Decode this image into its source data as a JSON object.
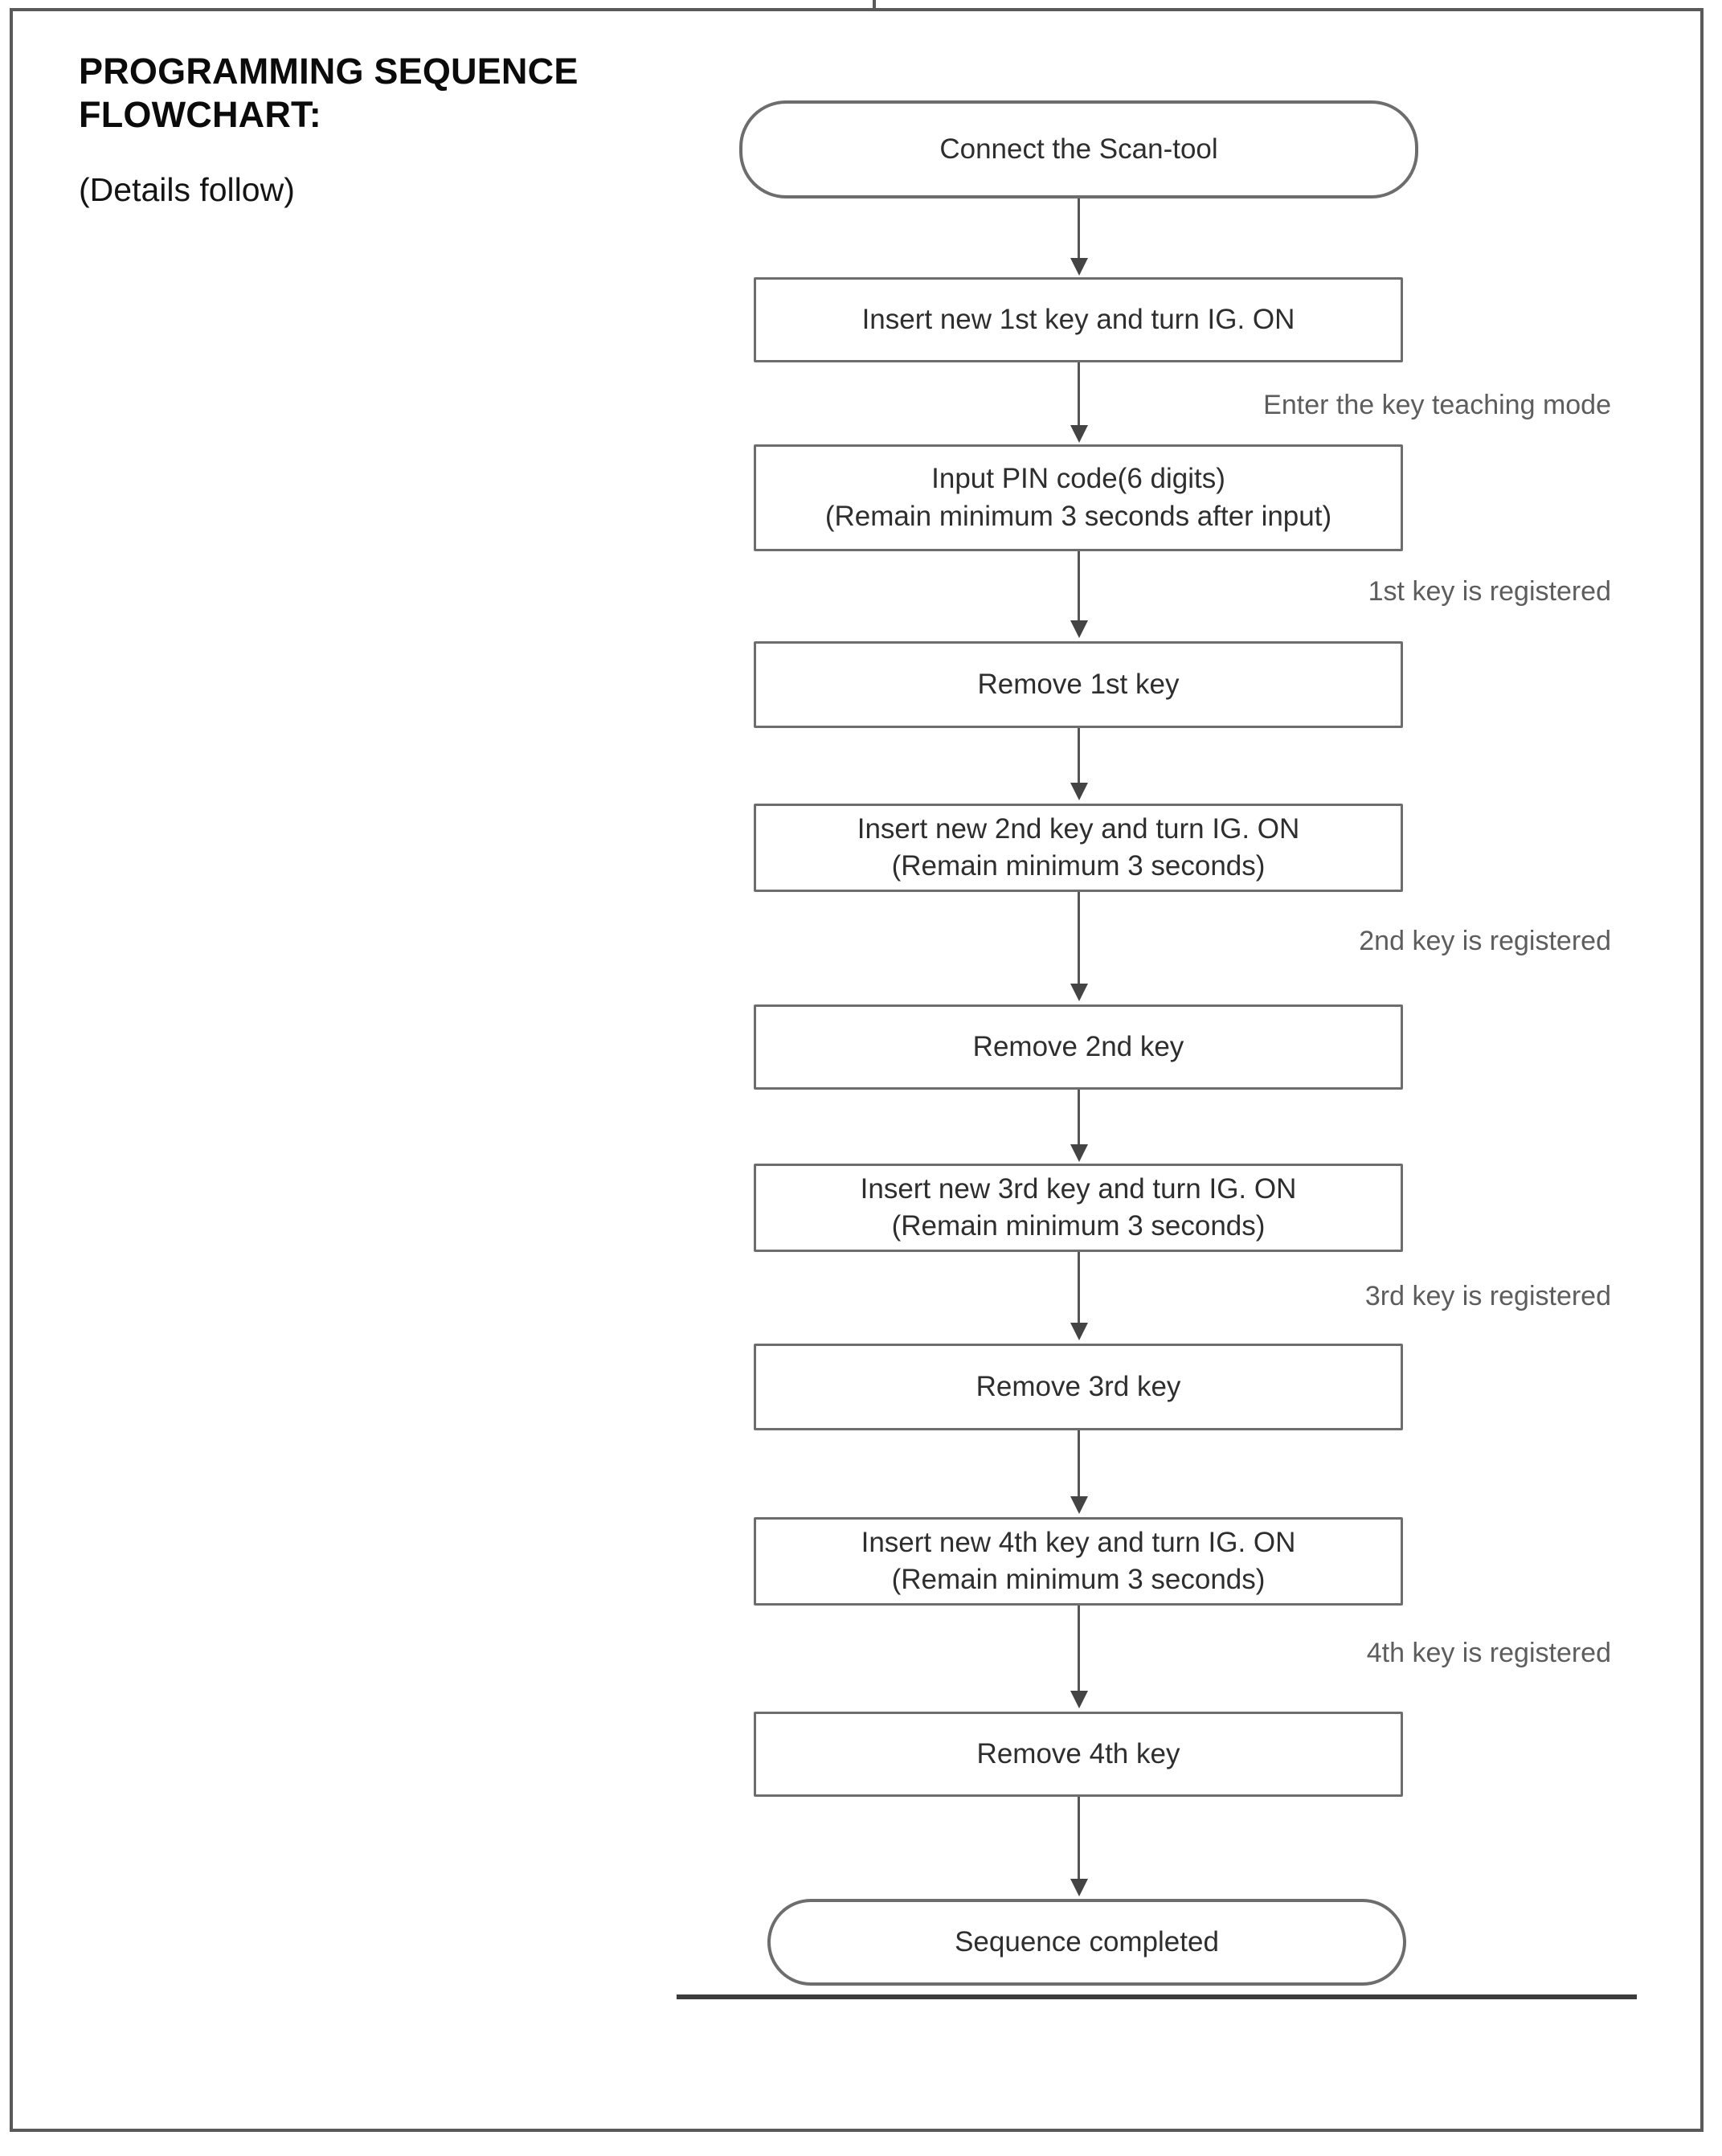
{
  "page": {
    "heading_title": "PROGRAMMING SEQUENCE\nFLOWCHART:",
    "heading_subtitle": "(Details follow)"
  },
  "colors": {
    "frame": "#5a5a5a",
    "node_border": "#6d6d6d",
    "connector": "#555555",
    "arrowhead": "#444444",
    "node_text": "#2e2e2e",
    "annotation_text": "#5d5d5d",
    "heading_text": "#0b0b0b",
    "rule": "#3c3c3c",
    "background": "#ffffff"
  },
  "chart_data": {
    "type": "diagram",
    "subtype": "flowchart",
    "title": "PROGRAMMING SEQUENCE FLOWCHART:",
    "orientation": "top-to-bottom",
    "node_shapes": [
      "terminator",
      "process"
    ],
    "nodes": [
      {
        "id": "n1",
        "shape": "terminator",
        "label": "Connect the Scan-tool"
      },
      {
        "id": "n2",
        "shape": "process",
        "label": "Insert new 1st key and turn IG. ON"
      },
      {
        "id": "n3",
        "shape": "process",
        "label": "Input PIN code(6 digits)\n(Remain minimum 3 seconds after input)"
      },
      {
        "id": "n4",
        "shape": "process",
        "label": "Remove 1st key"
      },
      {
        "id": "n5",
        "shape": "process",
        "label": "Insert new 2nd key and turn IG. ON\n(Remain minimum 3 seconds)"
      },
      {
        "id": "n6",
        "shape": "process",
        "label": "Remove 2nd key"
      },
      {
        "id": "n7",
        "shape": "process",
        "label": "Insert new 3rd key and turn IG. ON\n(Remain minimum 3 seconds)"
      },
      {
        "id": "n8",
        "shape": "process",
        "label": "Remove 3rd key"
      },
      {
        "id": "n9",
        "shape": "process",
        "label": "Insert new 4th key and turn IG. ON\n(Remain minimum 3 seconds)"
      },
      {
        "id": "n10",
        "shape": "process",
        "label": "Remove 4th key"
      },
      {
        "id": "n11",
        "shape": "terminator",
        "label": "Sequence completed"
      }
    ],
    "edges": [
      {
        "from": "n1",
        "to": "n2",
        "label": ""
      },
      {
        "from": "n2",
        "to": "n3",
        "label": "Enter the key teaching mode"
      },
      {
        "from": "n3",
        "to": "n4",
        "label": "1st key is registered"
      },
      {
        "from": "n4",
        "to": "n5",
        "label": ""
      },
      {
        "from": "n5",
        "to": "n6",
        "label": "2nd key is registered"
      },
      {
        "from": "n6",
        "to": "n7",
        "label": ""
      },
      {
        "from": "n7",
        "to": "n8",
        "label": "3rd key is registered"
      },
      {
        "from": "n8",
        "to": "n9",
        "label": ""
      },
      {
        "from": "n9",
        "to": "n10",
        "label": "4th key is registered"
      },
      {
        "from": "n10",
        "to": "n11",
        "label": ""
      }
    ]
  },
  "annotations": [
    {
      "text": "Enter the key teaching mode"
    },
    {
      "text": "1st key is registered"
    },
    {
      "text": "2nd key is registered"
    },
    {
      "text": "3rd key is registered"
    },
    {
      "text": "4th key is registered"
    }
  ]
}
